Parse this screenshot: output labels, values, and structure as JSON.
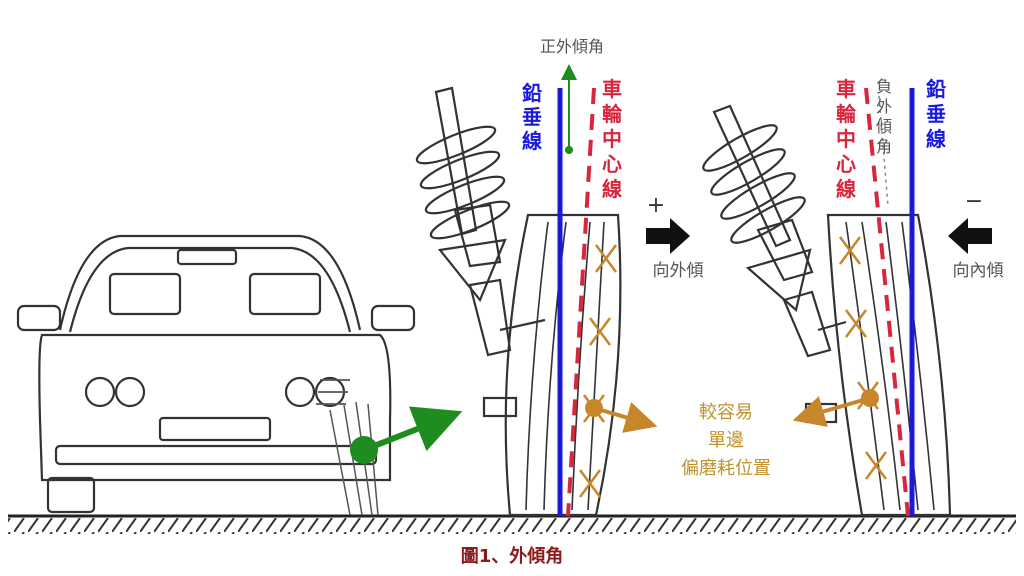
{
  "labels": {
    "positive_camber": "正外傾角",
    "plumb_left": [
      "鉛",
      "垂",
      "線"
    ],
    "plumb_right": [
      "鉛",
      "垂",
      "線"
    ],
    "wheel_center_left": [
      "車",
      "輪",
      "中",
      "心",
      "線"
    ],
    "wheel_center_right": [
      "車",
      "輪",
      "中",
      "心",
      "線"
    ],
    "negative_camber": [
      "負",
      "外",
      "傾",
      "角"
    ],
    "plus_sign": "+",
    "minus_sign": "−",
    "tilt_out": "向外傾",
    "tilt_in": "向內傾",
    "wear_line1": "較容易",
    "wear_line2": "單邊",
    "wear_line3": "偏磨耗位置",
    "caption": "圖1、外傾角"
  },
  "colors": {
    "plumb": "#1a1adc",
    "wheel_center": "#d7263d",
    "green": "#1e8c1e",
    "wear": "#c8862a",
    "label": "#555555"
  }
}
